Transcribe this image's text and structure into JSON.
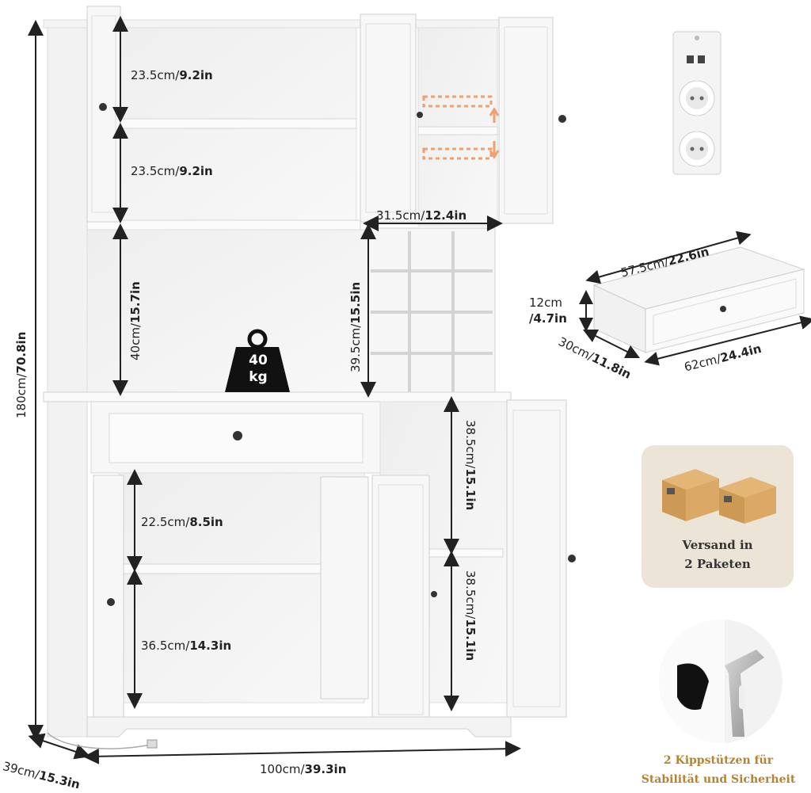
{
  "dims": {
    "shelf_top_1": {
      "metric": "23.5cm/",
      "imperial": "9.2in"
    },
    "shelf_top_2": {
      "metric": "23.5cm/",
      "imperial": "9.2in"
    },
    "wine_width": {
      "metric": "31.5cm/",
      "imperial": "12.4in"
    },
    "open_height": {
      "metric": "40cm/",
      "imperial": "15.7in"
    },
    "wine_height": {
      "metric": "39.5cm/",
      "imperial": "15.5in"
    },
    "total_height": {
      "metric": "180cm/",
      "imperial": "70.8in"
    },
    "right_upper": {
      "metric": "38.5cm/",
      "imperial": "15.1in"
    },
    "right_lower": {
      "metric": "38.5cm/",
      "imperial": "15.1in"
    },
    "lower_left_1": {
      "metric": "22.5cm/",
      "imperial": "8.5in"
    },
    "lower_left_2": {
      "metric": "36.5cm/",
      "imperial": "14.3in"
    },
    "depth": {
      "metric": "39cm/",
      "imperial": "15.3in"
    },
    "width": {
      "metric": "100cm/",
      "imperial": "39.3in"
    },
    "drawer_inner_width": {
      "metric": "57.5cm/",
      "imperial": "22.6in"
    },
    "drawer_height": {
      "metric": "12cm",
      "imperial": "/4.7in"
    },
    "drawer_depth": {
      "metric": "30cm/",
      "imperial": "11.8in"
    },
    "drawer_width": {
      "metric": "62cm/",
      "imperial": "24.4in"
    }
  },
  "load": {
    "value": "40",
    "unit": "kg"
  },
  "shipping": {
    "line1": "Versand in",
    "line2": "2 Paketen"
  },
  "tip": {
    "line1": "2 Kippstützen für",
    "line2": "Stabilität und Sicherheit"
  },
  "colors": {
    "accent_gold": "#b5832f",
    "arrow_orange": "#f0a070",
    "panel_bg": "#ece4d6"
  }
}
